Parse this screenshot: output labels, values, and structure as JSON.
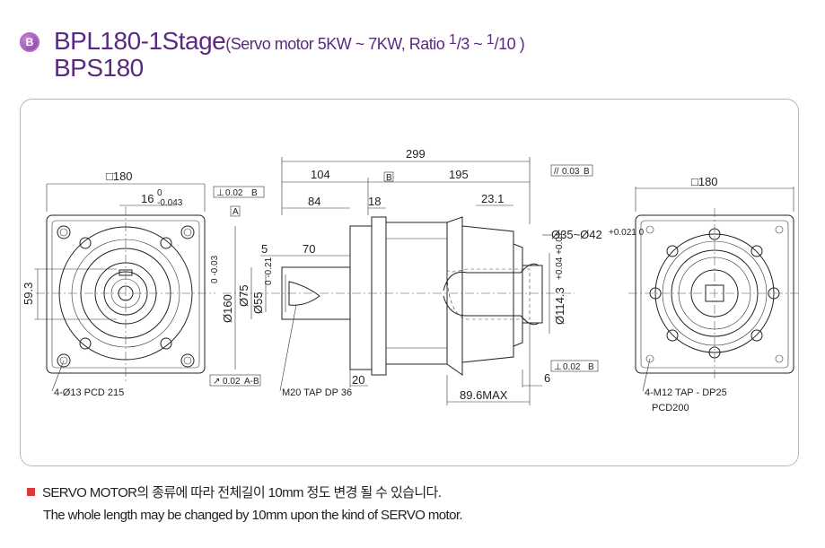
{
  "title": {
    "badge": "B",
    "main": "BPL180-1Stage",
    "subtitle_prefix": "(Servo motor 5KW ~ 7KW, Ratio ",
    "ratio_a_num": "1",
    "ratio_a_den": "/3",
    "ratio_sep": " ~ ",
    "ratio_b_num": "1",
    "ratio_b_den": "/10",
    "subtitle_suffix": " )",
    "line2": "BPS180"
  },
  "front_view": {
    "square": "□180",
    "keyway": "16",
    "keyway_tol_top": "0",
    "keyway_tol_bot": "-0.043",
    "height_dim": "59.3",
    "holes": "4-Ø13 PCD 215"
  },
  "side_view": {
    "overall_length": "299",
    "len_104": "104",
    "len_195": "195",
    "len_84": "84",
    "len_18": "18",
    "len_23_1": "23.1",
    "len_5": "5",
    "len_70": "70",
    "len_20": "20",
    "len_6": "6",
    "len_89_6": "89.6MAX",
    "dia_160": "Ø160",
    "dia_160_tol": "0 -0.03",
    "dia_75": "Ø75",
    "dia_55": "Ø55",
    "dia_55_tol": "0 -0.21",
    "dia_114": "Ø114.3",
    "dia_114_tol": "+0.04 +0.01",
    "dia_35_42": "Ø35~Ø42",
    "dia_35_42_tol": "+0.021 0",
    "tap_m20": "M20  TAP DP 36",
    "datum_a": "A",
    "datum_b": "B",
    "gdt_perp_top": "0.02",
    "gdt_perp_top_ref": "B",
    "gdt_parallel": "0.03",
    "gdt_parallel_ref": "B",
    "gdt_runout": "0.02",
    "gdt_runout_ref": "A-B",
    "gdt_perp_bottom": "0.02",
    "gdt_perp_bottom_ref": "B"
  },
  "rear_view": {
    "square": "□180",
    "taps": "4-M12  TAP - DP25",
    "pcd": "PCD200"
  },
  "notes": {
    "korean": "SERVO MOTOR의 종류에 따라 전체길이 10mm 정도 변경 될 수 있습니다.",
    "english": "The whole length may be changed by 10mm upon the kind of SERVO motor."
  }
}
